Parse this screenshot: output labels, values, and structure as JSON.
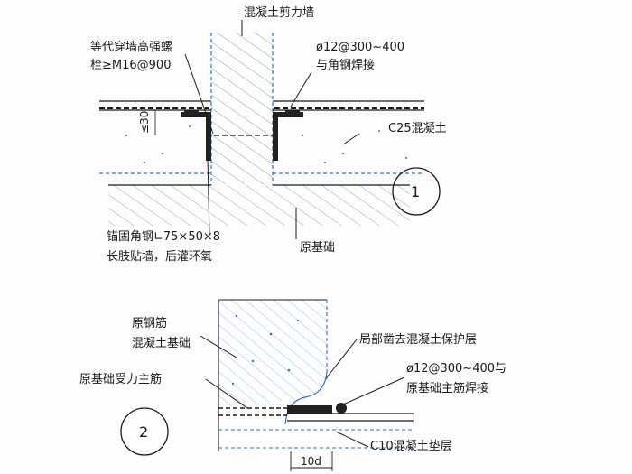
{
  "detail1": {
    "label_wall": "混凝土剪力墙",
    "label_bolt_line1": "等代穿墙高强螺",
    "label_bolt_line2": "栓≥M16@900",
    "label_rebar_line1": "ø12@300~400",
    "label_rebar_line2": "与角钢焊接",
    "label_c25": "C25混凝土",
    "label_dim": "≤30",
    "label_angle_line1": "锚固角钢∟75×50×8",
    "label_angle_line2": "长肢贴墙，后灌环氧",
    "label_foundation": "原基础",
    "number": "1"
  },
  "detail2": {
    "label_rebar_line1": "原钢筋",
    "label_rebar_line2": "混凝土基础",
    "label_main_bar": "原基础受力主筋",
    "label_cover_removed": "局部凿去混凝土保护层",
    "label_weld_line1": "ø12@300~400与",
    "label_weld_line2": "原基础主筋焊接",
    "label_cushion": "C10混凝土垫层",
    "label_10d": "10d",
    "number": "2"
  },
  "colors": {
    "ink": "#1a1a1a",
    "hatch_blue": "#2a6fd6",
    "steel_dark": "#222222"
  }
}
